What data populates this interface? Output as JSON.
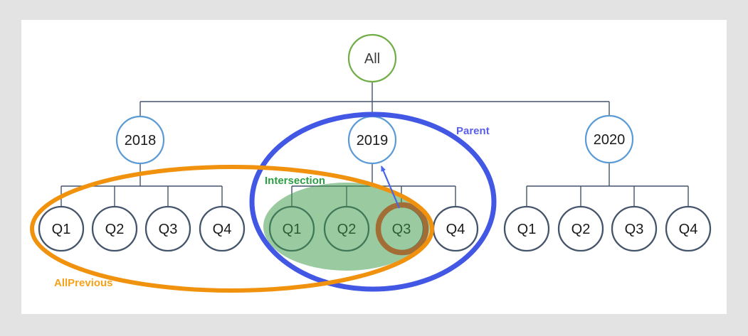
{
  "canvas": {
    "page_background": "#E3E3E3",
    "background": "#FFFFFF"
  },
  "tree": {
    "root": {
      "label": "All"
    },
    "years": [
      {
        "label": "2018",
        "quarters": [
          "Q1",
          "Q2",
          "Q3",
          "Q4"
        ]
      },
      {
        "label": "2019",
        "quarters": [
          "Q1",
          "Q2",
          "Q3",
          "Q4"
        ]
      },
      {
        "label": "2020",
        "quarters": [
          "Q1",
          "Q2",
          "Q3",
          "Q4"
        ]
      }
    ]
  },
  "annotations": {
    "all_previous": {
      "label": "AllPrevious",
      "label_color": "#F5A21B",
      "ellipse_color": "#F0920E"
    },
    "parent": {
      "label": "Parent",
      "label_color": "#5A5FE8",
      "ellipse_color": "#4257E3"
    },
    "intersection": {
      "label": "Intersection",
      "label_color": "#2E9E44",
      "fill_color": "#3E9A49"
    },
    "highlight": {
      "ring_color": "#A26E36"
    },
    "arrow": {
      "color": "#4766E8"
    }
  },
  "colors": {
    "root_node_border": "#70AD47",
    "year_node_border": "#5B9BD5",
    "quarter_node_border": "#44546A",
    "connector": "#44546A",
    "node_text": "#1A1A1A",
    "root_text": "#3C3C3C"
  }
}
